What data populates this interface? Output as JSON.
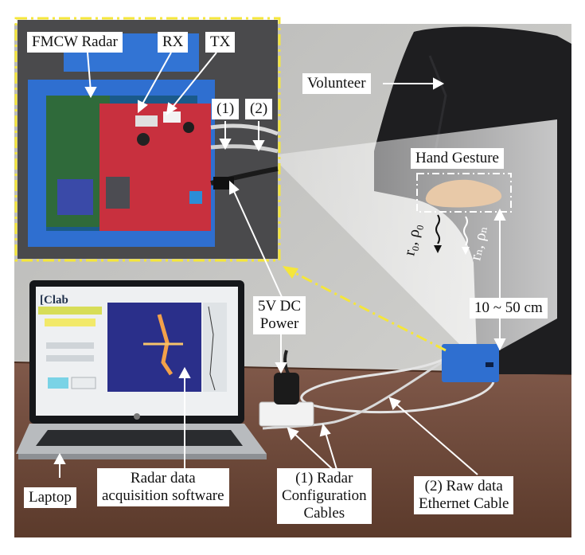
{
  "labels": {
    "fmcw_radar": "FMCW Radar",
    "rx": "RX",
    "tx": "TX",
    "port1": "(1)",
    "port2": "(2)",
    "volunteer": "Volunteer",
    "hand_gesture": "Hand Gesture",
    "power_line1": "5V DC",
    "power_line2": "Power",
    "distance": "10 ~ 50 cm",
    "laptop": "Laptop",
    "software_line1": "Radar data",
    "software_line2": "acquisition software",
    "config_line1": "(1) Radar",
    "config_line2": "Configuration",
    "config_line3": "Cables",
    "ethernet_line1": "(2) Raw data",
    "ethernet_line2": "Ethernet Cable"
  },
  "symbols": {
    "reflect_main": "r₀, ρ₀",
    "reflect_n": "rₙ, ρₙ"
  },
  "screen": {
    "logo": "[Clab"
  },
  "colors": {
    "highlight_yellow": "#f5e63a",
    "pcb_red": "#c8303e",
    "enclosure_blue": "#2f6fd0",
    "table_brown": "#6e4a36",
    "wall_gray": "#c9c9c7",
    "shirt_black": "#1c1c1e"
  }
}
